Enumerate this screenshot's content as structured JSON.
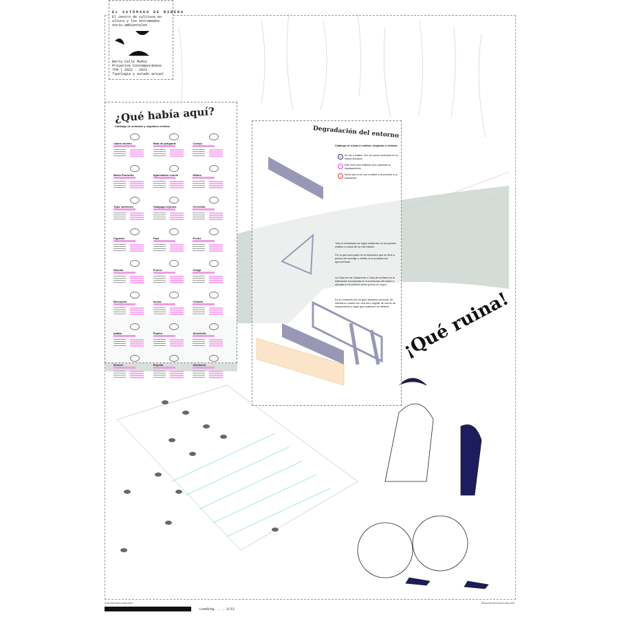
{
  "title_card": {
    "title": "EL SATÓMAGO DE RIBERA",
    "subtitle": "El centro de cultivos en altura y los entramados socio-ambientales",
    "meta": [
      "Berta Calle Muñoz",
      "Proyectos Contemporáneos",
      "TFM | 2022 - 2023",
      "Tipología y estado actual"
    ]
  },
  "catalog": {
    "title": "¿Qué había aquí?",
    "subtitle": "Catálogo de animales y vegetales extintos",
    "items": [
      "Cabra montés",
      "Rata de pangante",
      "Conejo",
      "Marta Pascador",
      "Agachadizo común",
      "Milano",
      "Topo carnívoro",
      "Galápago leproso",
      "Cernícalo",
      "Cigüeña",
      "Pato",
      "Perdiz",
      "Níscalo",
      "Puerro",
      "Ortiga",
      "Berenjena",
      "Avena",
      "Cebolla",
      "patata",
      "Pepino",
      "Alcachofa",
      "Brócoli",
      "Repollo",
      "Zanahoria"
    ]
  },
  "degradation": {
    "title": "Degradación del entorno",
    "subtitle": "Catálogo de ruinas a restituir, desplazar o eliminar",
    "legend": [
      {
        "code": "R",
        "text": "Se van a restituir. Son los muros contenidos en su misma ubicación",
        "color": "#2a2a7a"
      },
      {
        "code": "D",
        "text": "Este muro será restituido pero cambiará su emplazamiento",
        "color": "#e040e0"
      },
      {
        "code": "E",
        "text": "Muros que no se van a restituir y se procede a su eliminación",
        "color": "#e03030"
      }
    ],
    "paragraphs": [
      "Todo el entramado de vigas existentes no se pueden restituir a causa de su mal estado.",
      "Por lo que será parte de la estructura que se lleve a puntos de reciclaje o vertido si no pudiese ser aprovechado.",
      "La Casa de los Caldareros o Casa de la Barra es la edificación encontrada en el transcurso del paseo y ubicada en la primera presa (presa de riego).",
      "Es su momento fue un gran lavadero comunal. Se intentaron cuanto con una torre regular de muros de mampostería y vigas que sostienen la cubierta."
    ]
  },
  "exclamation": "¡Qué ruina!",
  "footer": {
    "left": "Contextualización",
    "right": "Descontextualización",
    "loading": "Loading. . . 3/12"
  },
  "colors": {
    "navy": "#1c1c5e",
    "pink": "#f29ae8",
    "orange": "#f5b04a",
    "green": "#c9d3cd"
  }
}
